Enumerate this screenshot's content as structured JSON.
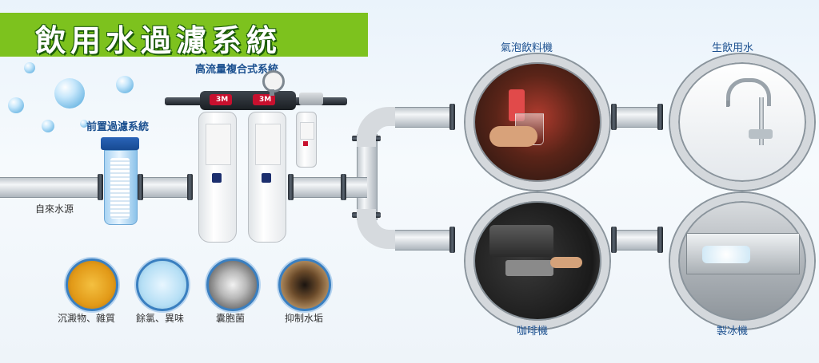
{
  "title": "飲用水過濾系統",
  "labels": {
    "source": "自來水源",
    "prefilter": "前置過濾系統",
    "multi": "高流量複合式系統"
  },
  "filter_functions": [
    {
      "label": "沉澱物、雜質",
      "icon": "sediment-icon"
    },
    {
      "label": "餘氯、異味",
      "icon": "chlorine-icon"
    },
    {
      "label": "囊胞菌",
      "icon": "bacteria-icon"
    },
    {
      "label": "抑制水垢",
      "icon": "scale-icon"
    }
  ],
  "outputs": [
    {
      "label": "氣泡飲料機",
      "icon": "soda-machine-icon"
    },
    {
      "label": "生飲用水",
      "icon": "faucet-icon"
    },
    {
      "label": "咖啡機",
      "icon": "coffee-machine-icon"
    },
    {
      "label": "製冰機",
      "icon": "ice-machine-icon"
    }
  ],
  "brand": "3M",
  "colors": {
    "accent": "#7dc21e",
    "label_blue": "#1a4f8f",
    "ring": "#d4d8dc"
  }
}
